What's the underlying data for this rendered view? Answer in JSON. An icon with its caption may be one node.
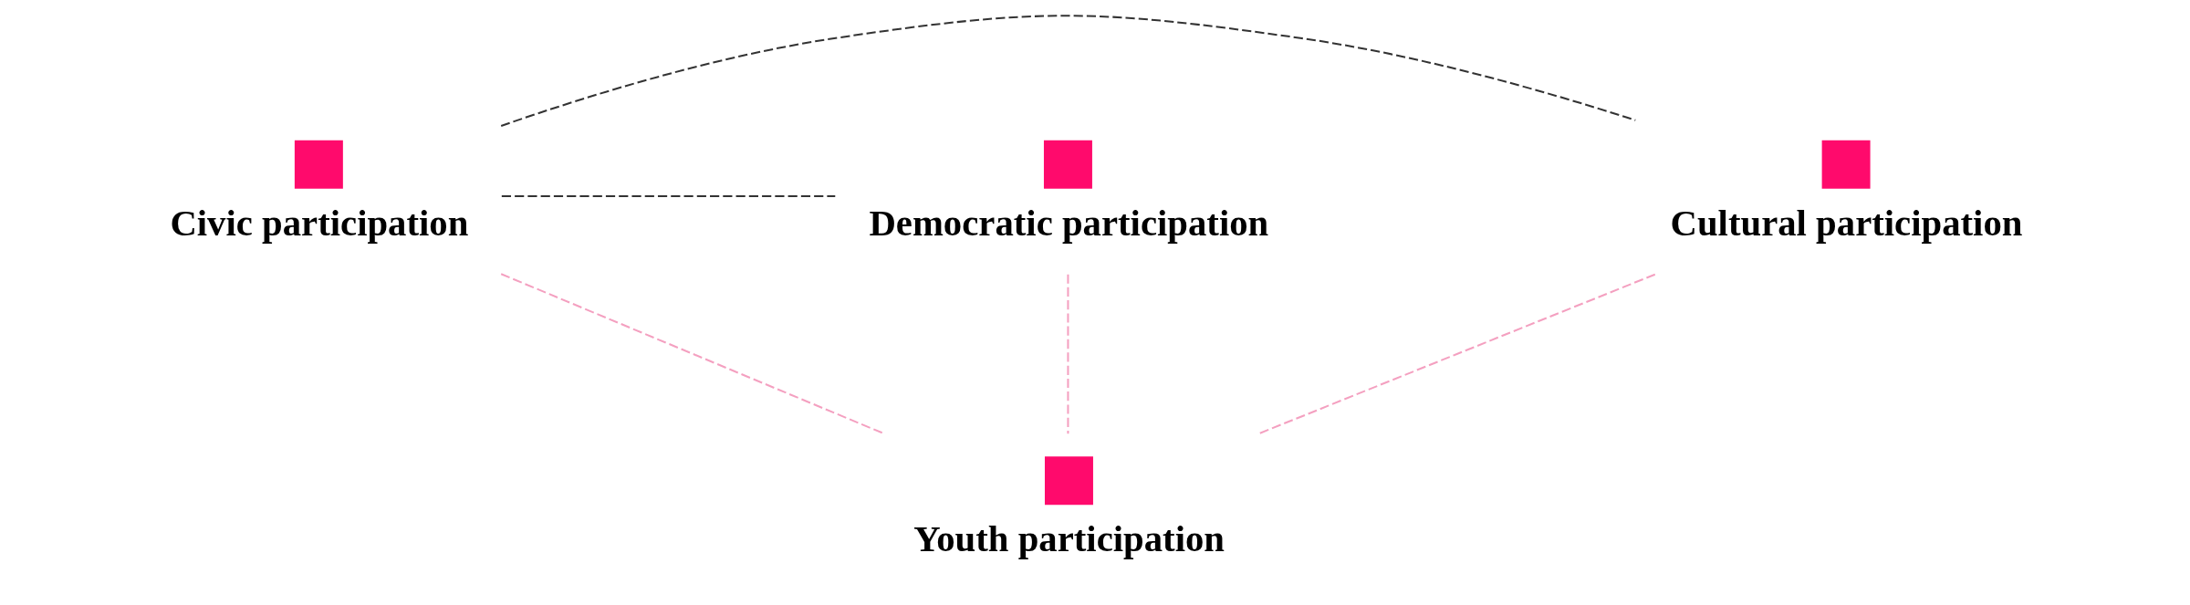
{
  "diagram": {
    "nodes": [
      {
        "text": [
          "Cultural participation"
        ]
      },
      {
        "text": [
          "Civic participation"
        ]
      },
      {
        "text": [
          "Democratic participation"
        ]
      },
      {
        "text": [
          "Youth participation"
        ]
      }
    ],
    "edges": [
      {
        "from": 1,
        "to": 0,
        "arrow": "none",
        "style": "dashed",
        "color": "#333333"
      },
      {
        "from": 1,
        "to": 2,
        "arrow": "none",
        "style": "dashed",
        "color": "#333333"
      },
      {
        "from": 0,
        "to": 3,
        "arrow": "none",
        "style": "dashed"
      },
      {
        "from": 1,
        "to": 3,
        "arrow": "none",
        "style": "dashed"
      },
      {
        "from": 2,
        "to": 3,
        "arrow": "none",
        "style": "dashed"
      }
    ]
  }
}
